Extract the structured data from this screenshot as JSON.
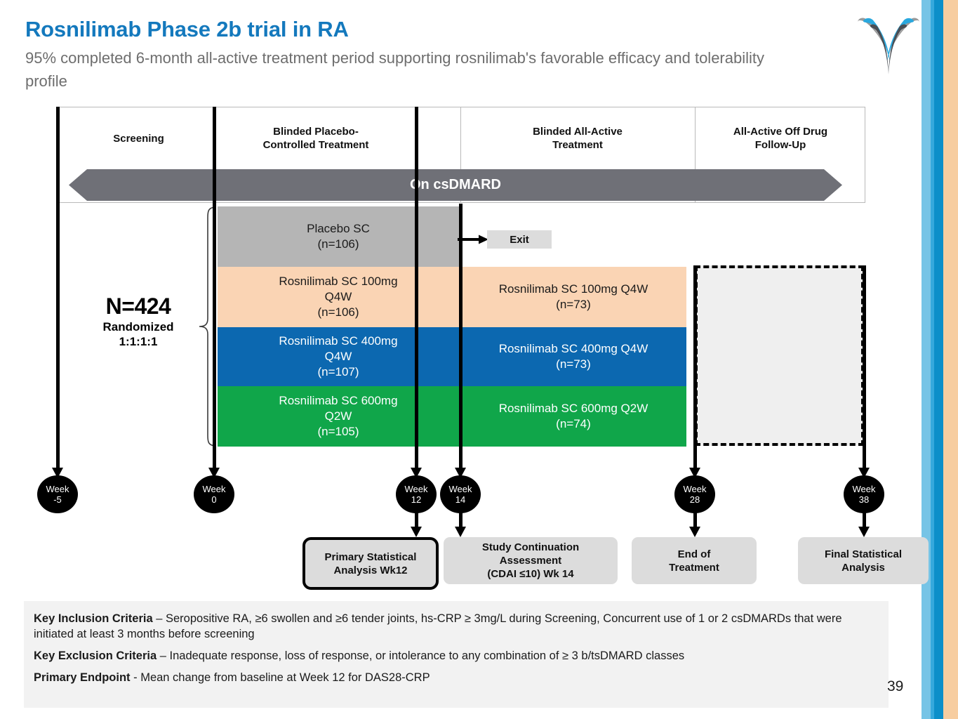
{
  "slide": {
    "title": "Rosnilimab Phase 2b trial in RA",
    "subtitle": "95% completed 6-month all-active treatment period supporting rosnilimab's favorable efficacy and tolerability profile",
    "page_number": "39",
    "colors": {
      "title_blue": "#1479bd",
      "subtitle_gray": "#6e6e6e",
      "placebo_gray": "#b5b5b5",
      "dose100_peach": "#fad4b4",
      "dose400_blue": "#0c68b0",
      "dose600_green": "#10a64a",
      "csdmard_band": "#6f7077",
      "stripe_light_blue": "#76c4e6",
      "stripe_mid_blue": "#35a9dd",
      "stripe_blue": "#0c8fc9",
      "stripe_peach": "#f7cda0"
    }
  },
  "logo": {
    "name": "company-wishbone-logo",
    "cyan": "#29a8de",
    "gray": "#9a9a9a",
    "dark": "#4a4e54"
  },
  "phases": [
    {
      "label": "Screening"
    },
    {
      "label": "Blinded Placebo-\nControlled Treatment",
      "line1": "Blinded Placebo-",
      "line2": "Controlled Treatment"
    },
    {
      "label": ""
    },
    {
      "label": "Blinded All-Active\nTreatment",
      "line1": "Blinded All-Active",
      "line2": "Treatment"
    },
    {
      "label": "All-Active Off Drug\nFollow-Up",
      "line1": "All-Active Off Drug",
      "line2": "Follow-Up"
    }
  ],
  "csdmard": {
    "label": "On csDMARD"
  },
  "randomization": {
    "n_label": "N=424",
    "line2": "Randomized",
    "line3": "1:1:1:1"
  },
  "arms_period1": [
    {
      "name": "placebo",
      "l1": "Placebo SC",
      "l2": "(n=106)",
      "l3": "",
      "color": "#b5b5b5",
      "text": "dark"
    },
    {
      "name": "rosnilimab-100mg",
      "l1": "Rosnilimab SC 100mg",
      "l2": "Q4W",
      "l3": "(n=106)",
      "color": "#fad4b4",
      "text": "dark"
    },
    {
      "name": "rosnilimab-400mg",
      "l1": "Rosnilimab SC 400mg",
      "l2": "Q4W",
      "l3": "(n=107)",
      "color": "#0c68b0",
      "text": "light"
    },
    {
      "name": "rosnilimab-600mg",
      "l1": "Rosnilimab SC 600mg",
      "l2": "Q2W",
      "l3": "(n=105)",
      "color": "#10a64a",
      "text": "light"
    }
  ],
  "arms_period2": [
    {
      "name": "rosnilimab-100mg-allactive",
      "l1": "Rosnilimab SC 100mg Q4W",
      "l2": "(n=73)",
      "color": "#fad4b4",
      "text": "dark"
    },
    {
      "name": "rosnilimab-400mg-allactive",
      "l1": "Rosnilimab SC 400mg Q4W",
      "l2": "(n=73)",
      "color": "#0c68b0",
      "text": "light"
    },
    {
      "name": "rosnilimab-600mg-allactive",
      "l1": "Rosnilimab SC 600mg Q2W",
      "l2": "(n=74)",
      "color": "#10a64a",
      "text": "light"
    }
  ],
  "exit": {
    "label": "Exit"
  },
  "weeks": [
    {
      "name": "week--5",
      "l1": "Week",
      "l2": "-5"
    },
    {
      "name": "week-0",
      "l1": "Week",
      "l2": "0"
    },
    {
      "name": "week-12",
      "l1": "Week",
      "l2": "12"
    },
    {
      "name": "week-14",
      "l1": "Week",
      "l2": "14"
    },
    {
      "name": "week-28",
      "l1": "Week",
      "l2": "28"
    },
    {
      "name": "week-38",
      "l1": "Week",
      "l2": "38"
    }
  ],
  "callouts": [
    {
      "name": "primary-statistical-analysis",
      "l1": "Primary Statistical",
      "l2": "Analysis Wk12",
      "l3": ""
    },
    {
      "name": "study-continuation-assessment",
      "l1": "Study Continuation",
      "l2": "Assessment",
      "l3": "(CDAI ≤10) Wk 14"
    },
    {
      "name": "end-of-treatment",
      "l1": "End of",
      "l2": "Treatment",
      "l3": ""
    },
    {
      "name": "final-statistical-analysis",
      "l1": "Final Statistical",
      "l2": "Analysis",
      "l3": ""
    }
  ],
  "criteria": {
    "inclusion_label": "Key Inclusion Criteria",
    "inclusion_text": " – Seropositive RA, ≥6 swollen and ≥6 tender joints, hs-CRP ≥ 3mg/L during Screening, Concurrent use of 1 or 2 csDMARDs that were initiated at least 3 months before screening",
    "exclusion_label": "Key Exclusion Criteria",
    "exclusion_text": " – Inadequate response, loss of response, or intolerance to any combination of ≥ 3 b/tsDMARD classes",
    "endpoint_label": "Primary Endpoint",
    "endpoint_text": " - Mean change from baseline at Week 12 for DAS28-CRP"
  }
}
